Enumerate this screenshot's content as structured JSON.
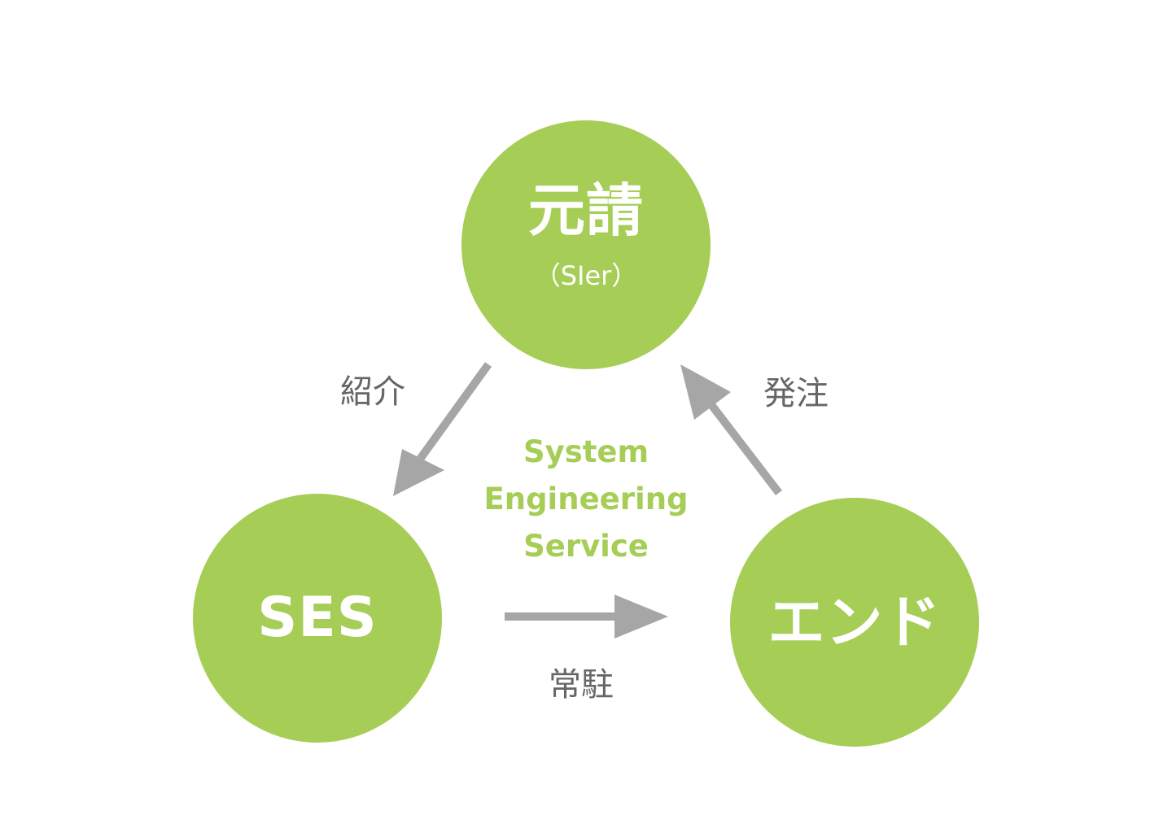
{
  "colors": {
    "circle": "#a6cd55",
    "arrow": "#a6a6a6",
    "label": "#666666",
    "center_text": "#a6cd55"
  },
  "nodes": {
    "top": {
      "title": "元請",
      "subtitle": "（SIer）"
    },
    "left": {
      "title": "SES"
    },
    "right": {
      "title": "エンド"
    }
  },
  "edges": {
    "intro": {
      "label": "紹介",
      "from": "元請",
      "to": "SES"
    },
    "resident": {
      "label": "常駐",
      "from": "SES",
      "to": "エンド"
    },
    "order": {
      "label": "発注",
      "from": "エンド",
      "to": "元請"
    }
  },
  "center": {
    "line1": "System",
    "line2": "Engineering",
    "line3": "Service"
  }
}
